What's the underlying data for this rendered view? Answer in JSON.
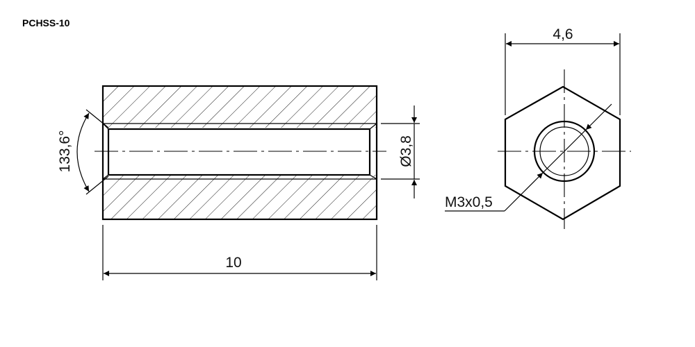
{
  "part_code": "PCHSS-10",
  "dimensions": {
    "length": "10",
    "bore_diameter": "Ø3,8",
    "angle": "133,6°",
    "across_flats": "4,6",
    "thread": "M3x0,5"
  }
}
